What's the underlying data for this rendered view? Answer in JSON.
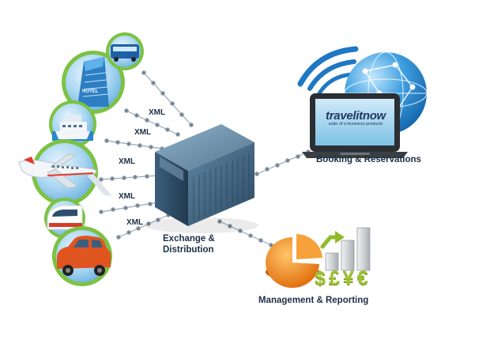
{
  "xml_labels": [
    "XML",
    "XML",
    "XML",
    "XML",
    "XML"
  ],
  "server": {
    "label_line1": "Exchange &",
    "label_line2": "Distribution"
  },
  "booking": {
    "label": "Booking & Reservations",
    "brand": "travelitnow",
    "brand_tagline": "suite of e-business products"
  },
  "management": {
    "label": "Management & Reporting",
    "currencies": "$£¥€"
  },
  "colors": {
    "label_text": "#1d2f45",
    "connector_dots": "#8a9aa8",
    "globe": "#2f8fd0",
    "server": "#3e6480",
    "currency": "#9fc231",
    "pie_orange": "#f08a1a"
  },
  "icons": [
    "hotel-icon",
    "bus-icon",
    "ship-icon",
    "airplane-icon",
    "train-icon",
    "car-icon",
    "server-icon",
    "globe-icon",
    "wifi-icon",
    "laptop-icon",
    "pie-chart-icon",
    "bar-chart-icon"
  ]
}
